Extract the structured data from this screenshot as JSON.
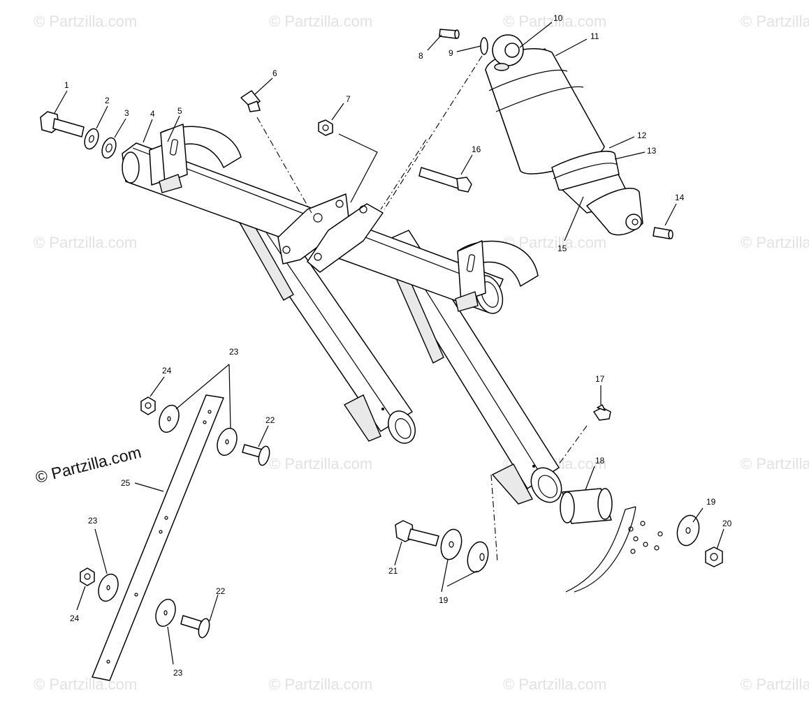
{
  "watermark": {
    "text": "© Partzilla.com",
    "prominent_text": "© Partzilla.com"
  },
  "callouts": [
    "1",
    "2",
    "3",
    "4",
    "5",
    "6",
    "7",
    "8",
    "9",
    "10",
    "11",
    "12",
    "13",
    "14",
    "15",
    "16",
    "17",
    "18",
    "19",
    "19",
    "20",
    "21",
    "22",
    "22",
    "23",
    "23",
    "23",
    "24",
    "24",
    "25"
  ],
  "parts": [
    {
      "number": "1",
      "name": "bolt"
    },
    {
      "number": "2",
      "name": "washer"
    },
    {
      "number": "3",
      "name": "washer"
    },
    {
      "number": "4",
      "name": "bushing"
    },
    {
      "number": "5",
      "name": "front arm weldment"
    },
    {
      "number": "6",
      "name": "grease fitting"
    },
    {
      "number": "7",
      "name": "nut"
    },
    {
      "number": "8",
      "name": "pin"
    },
    {
      "number": "9",
      "name": "shock eye"
    },
    {
      "number": "10",
      "name": "bushing"
    },
    {
      "number": "11",
      "name": "shock absorber"
    },
    {
      "number": "12",
      "name": "spring collar"
    },
    {
      "number": "13",
      "name": "spring collar"
    },
    {
      "number": "14",
      "name": "pin"
    },
    {
      "number": "15",
      "name": "shock lower eye"
    },
    {
      "number": "16",
      "name": "bolt"
    },
    {
      "number": "17",
      "name": "grease fitting"
    },
    {
      "number": "18",
      "name": "bushing"
    },
    {
      "number": "19",
      "name": "washer"
    },
    {
      "number": "20",
      "name": "nut"
    },
    {
      "number": "21",
      "name": "bolt"
    },
    {
      "number": "22",
      "name": "rivet"
    },
    {
      "number": "23",
      "name": "washer"
    },
    {
      "number": "24",
      "name": "nut"
    },
    {
      "number": "25",
      "name": "limiter strap"
    }
  ]
}
